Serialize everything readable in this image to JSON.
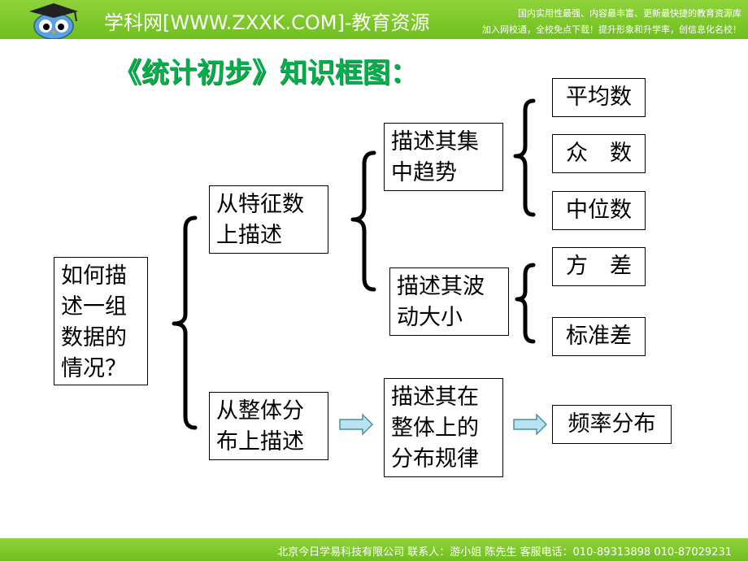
{
  "header": {
    "site_title": "学科网[WWW.ZXXK.COM]-教育资源",
    "slogan_line1": "国内实用性最强、内容最丰富、更新最快捷的教育资源库",
    "slogan_line2": "加入网校通，全校免点下载！提升形象和升学率，创信息化名校！"
  },
  "title": "《统计初步》知识框图：",
  "nodes": {
    "root": "如何描述一组数据的情况？",
    "feature": "从特征数上描述",
    "whole": "从整体分布上描述",
    "central": "描述其集中趋势",
    "spread": "描述其波动大小",
    "mean": "平均数",
    "mode": "众　数",
    "median": "中位数",
    "variance": "方　差",
    "stddev": "标准差",
    "overall": "描述其在整体上的分布规律",
    "frequency": "频率分布"
  },
  "footer": {
    "text": "北京今日学易科技有限公司 联系人：游小姐 陈先生 客服电话：010-89313898 010-87029231"
  }
}
